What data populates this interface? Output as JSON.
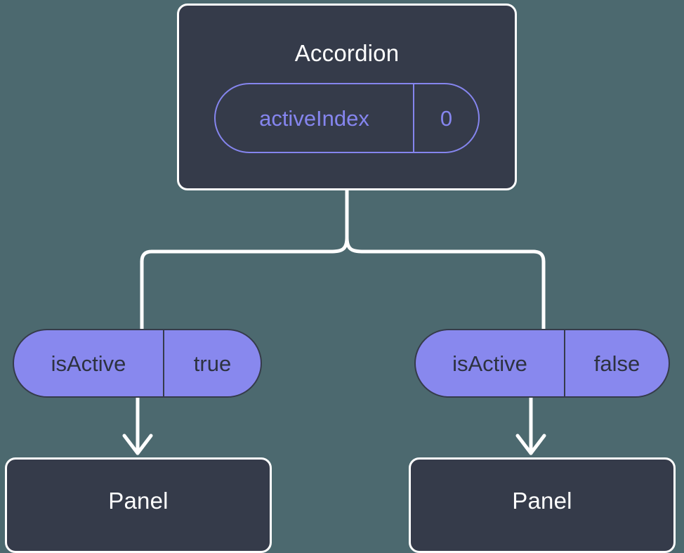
{
  "diagram": {
    "type": "component-tree",
    "background_color": "#4c696f",
    "node_color": "#353b4a",
    "accent_color": "#8888ee",
    "line_color": "#ffffff",
    "root": {
      "title": "Accordion",
      "state": {
        "key": "activeIndex",
        "value": "0"
      }
    },
    "children": [
      {
        "prop": {
          "key": "isActive",
          "value": "true"
        },
        "title": "Panel"
      },
      {
        "prop": {
          "key": "isActive",
          "value": "false"
        },
        "title": "Panel"
      }
    ]
  }
}
